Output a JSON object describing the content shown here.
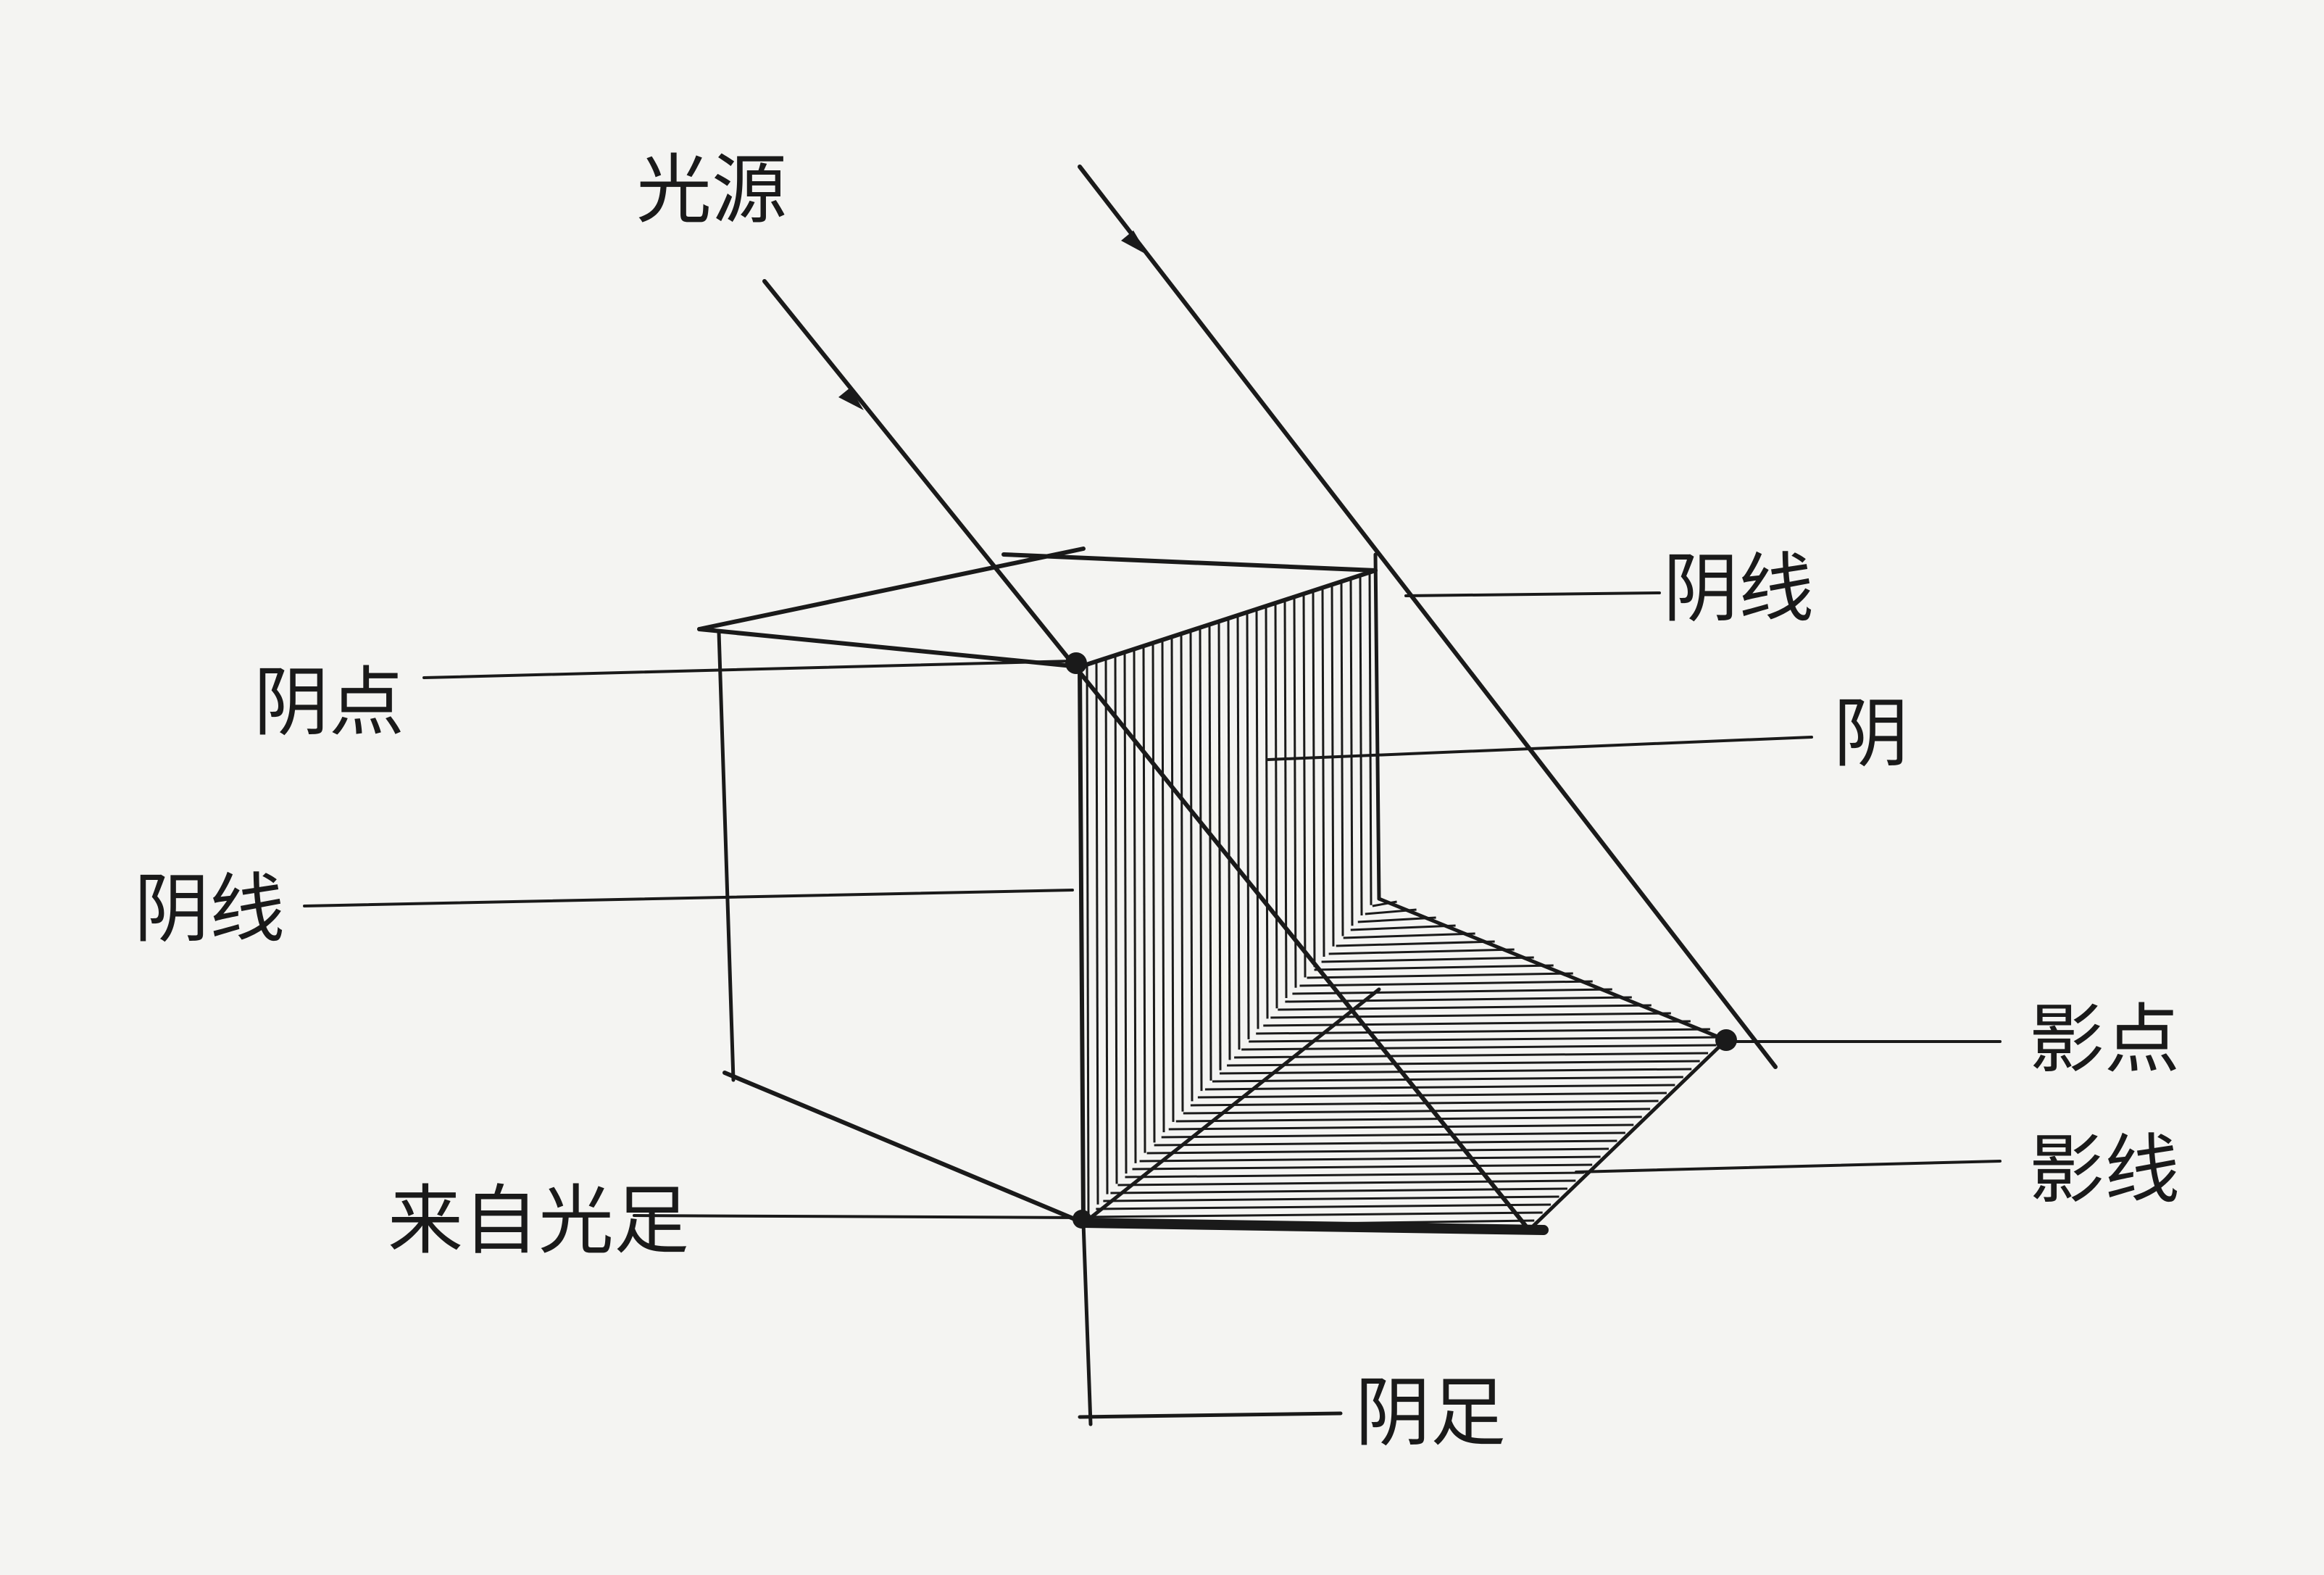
{
  "colors": {
    "ink": "#1a1a1a",
    "paper": "#f4f4f2"
  },
  "labels": {
    "light_source": "光源",
    "shade_line_top": "阴线",
    "shade_point": "阴点",
    "shade": "阴",
    "shade_line_left": "阴线",
    "shadow_point": "影点",
    "shadow_line": "影线",
    "light_foot": "来自光足",
    "shade_foot": "阴足"
  }
}
